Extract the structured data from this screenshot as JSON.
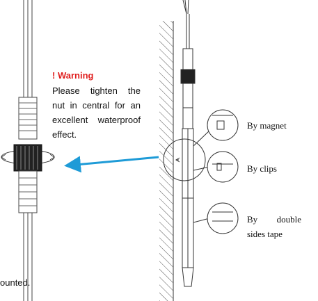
{
  "warning": {
    "title": "! Warning",
    "lines": [
      "Please tighten the",
      "nut in central for an",
      "excellent waterproof",
      "effect."
    ],
    "accent_color": "#e02020"
  },
  "methods": {
    "magnet": "By magnet",
    "clips": "By clips",
    "tape_line1_a": "By",
    "tape_line1_b": "double",
    "tape_line2": "sides tape"
  },
  "footer": {
    "text": "ounted."
  },
  "arrow_color": "#1e9bd7",
  "icons": [
    "connector-detail",
    "pointer-arrow",
    "wall-hatching",
    "light-bar",
    "detail-circles"
  ]
}
